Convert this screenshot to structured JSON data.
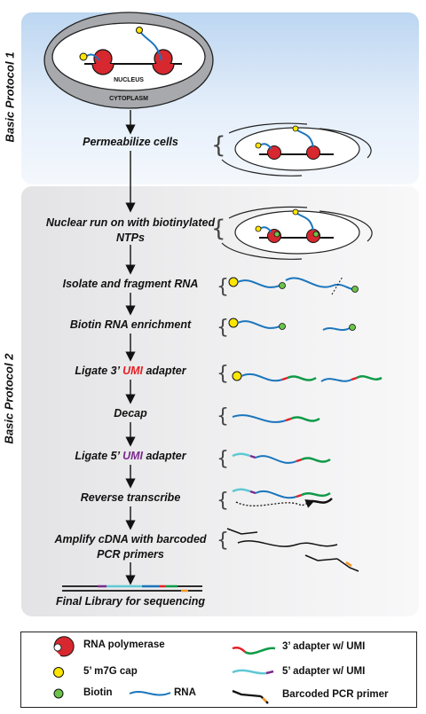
{
  "panels": {
    "protocol1": "Basic Protocol 1",
    "protocol2": "Basic Protocol 2"
  },
  "cell": {
    "nucleus_label": "NUCLEUS",
    "cytoplasm_label": "CYTOPLASM"
  },
  "steps": [
    {
      "id": "permeabilize",
      "text": "Permeabilize cells"
    },
    {
      "id": "run-on",
      "text": "Nuclear run on with biotinylated NTPs"
    },
    {
      "id": "fragment",
      "text": "Isolate and fragment RNA"
    },
    {
      "id": "enrichment",
      "text": "Biotin RNA enrichment"
    },
    {
      "id": "ligate3",
      "text_before": "Ligate 3’ ",
      "text_umi": "UMI",
      "text_after": " adapter"
    },
    {
      "id": "decap",
      "text": "Decap"
    },
    {
      "id": "ligate5",
      "text_before": "Ligate 5’ ",
      "text_umi": "UMI",
      "text_after": " adapter"
    },
    {
      "id": "reverse",
      "text": "Reverse transcribe"
    },
    {
      "id": "amplify",
      "text": "Amplify cDNA with barcoded PCR primers"
    },
    {
      "id": "final",
      "text": "Final Library for sequencing"
    }
  ],
  "legend": {
    "rna_polymerase": "RNA polymerase",
    "cap": "5’ m7G cap",
    "biotin": "Biotin",
    "rna": "RNA",
    "adapter3": "3’ adapter w/ UMI",
    "adapter5": "5’ adapter w/ UMI",
    "pcr_primer": "Barcoded PCR primer"
  },
  "colors": {
    "rna": "#1b75bc",
    "polymerase": "#d7282f",
    "cap": "#ffe600",
    "biotin": "#6cc24a",
    "adapter3": "#0f9a48",
    "adapter5": "#5fc9d3",
    "umi3": "#e21f26",
    "umi5": "#7a2a8d",
    "barcode": "#f7941d"
  }
}
